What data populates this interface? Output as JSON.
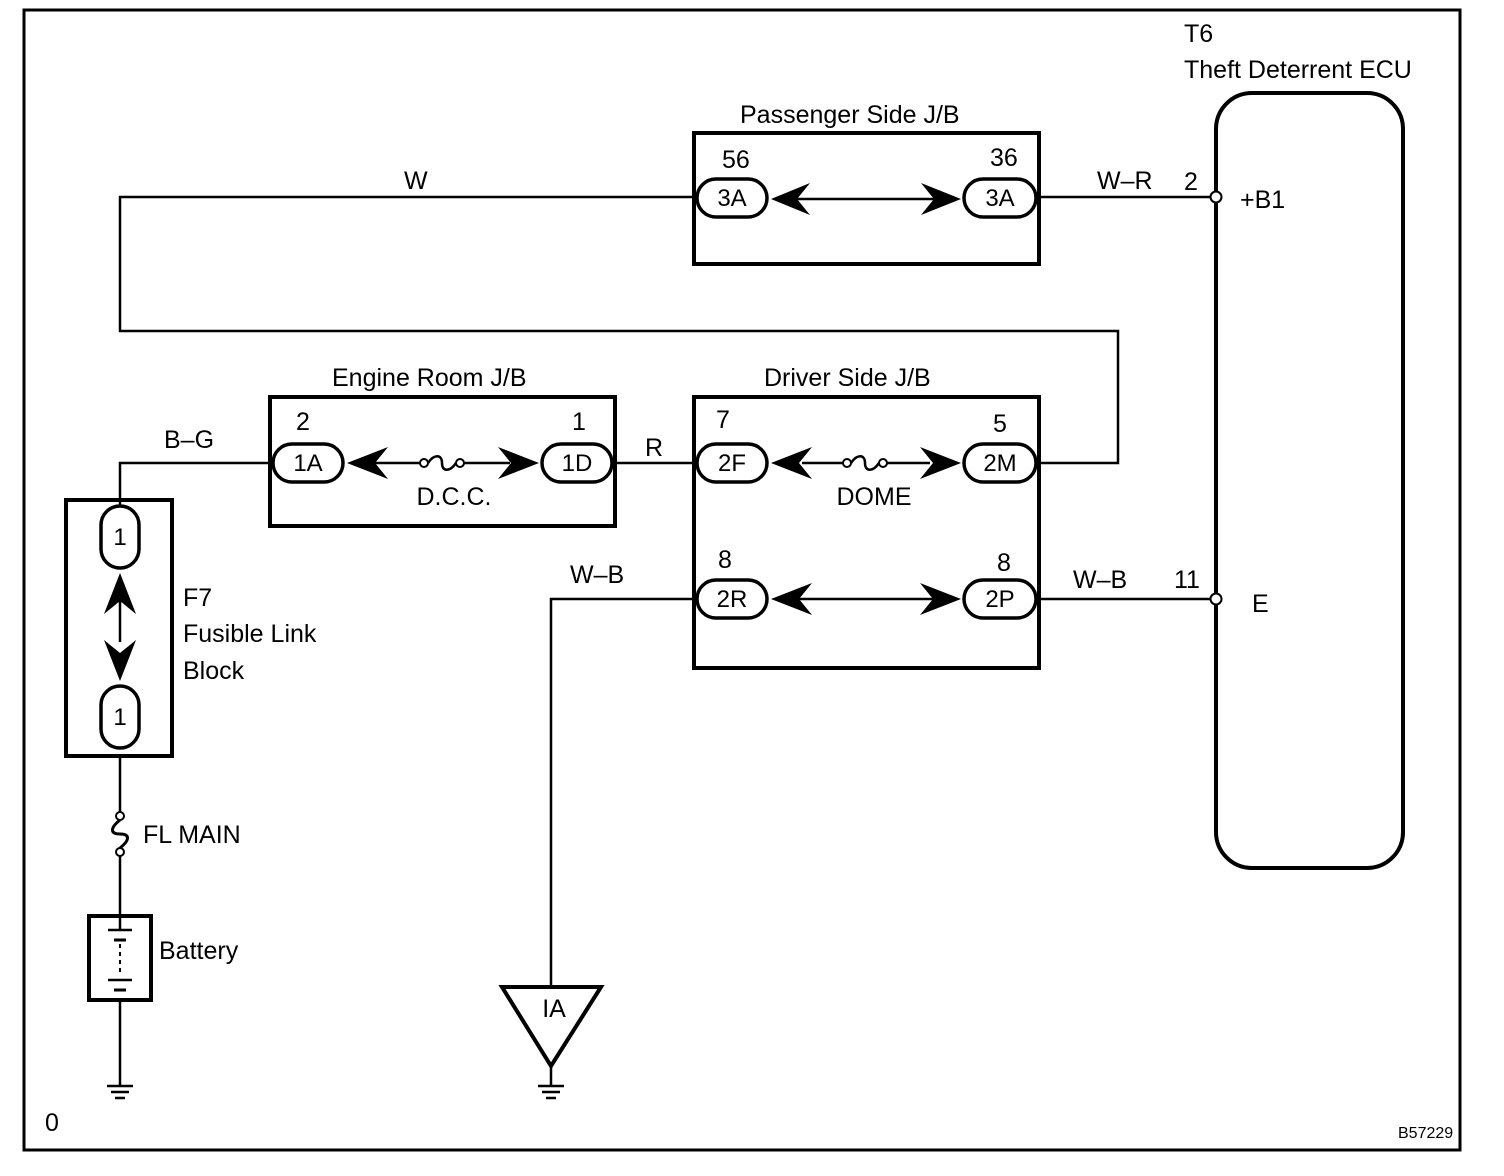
{
  "ecu": {
    "code": "T6",
    "name": "Theft Deterrent ECU",
    "terminal_b1": "+B1",
    "terminal_e": "E",
    "pin_b1": "2",
    "pin_e": "11"
  },
  "passenger_jb": {
    "title": "Passenger Side J/B",
    "left_pin": "56",
    "left_conn": "3A",
    "right_pin": "36",
    "right_conn": "3A"
  },
  "engine_jb": {
    "title": "Engine Room J/B",
    "left_pin": "2",
    "left_conn": "1A",
    "right_pin": "1",
    "right_conn": "1D",
    "fuse": "D.C.C."
  },
  "driver_jb": {
    "title": "Driver Side J/B",
    "top_left_pin": "7",
    "top_left_conn": "2F",
    "top_right_pin": "5",
    "top_right_conn": "2M",
    "fuse": "DOME",
    "bot_left_pin": "8",
    "bot_left_conn": "2R",
    "bot_right_pin": "8",
    "bot_right_conn": "2P"
  },
  "fusible_link": {
    "code": "F7",
    "line1": "Fusible Link",
    "line2": "Block",
    "top_conn": "1",
    "bot_conn": "1"
  },
  "fl_main": "FL MAIN",
  "battery": "Battery",
  "ground_point": "IA",
  "wires": {
    "w": "W",
    "wr": "W–R",
    "bg": "B–G",
    "r": "R",
    "wb_left": "W–B",
    "wb_right": "W–B"
  },
  "corner_left": "0",
  "figure_code": "B57229"
}
